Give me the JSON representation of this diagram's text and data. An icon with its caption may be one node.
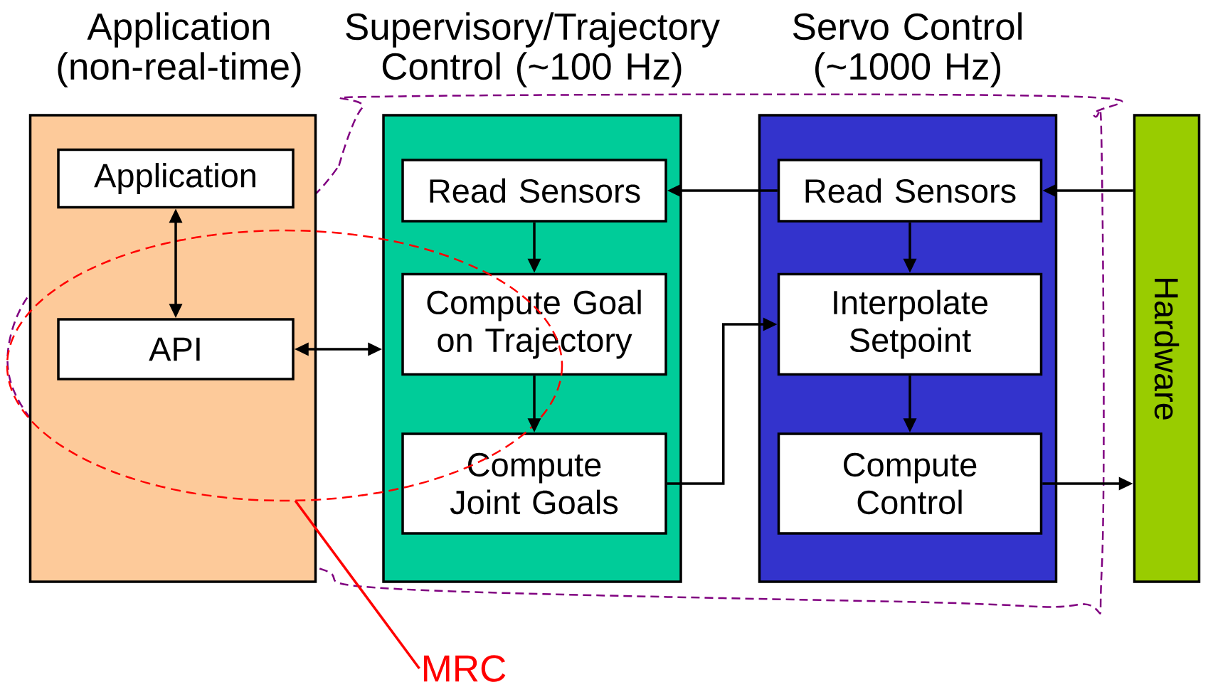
{
  "diagram": {
    "nodes": [
      {
        "text": [
          "Application (non-real-time)"
        ]
      },
      {
        "text": [
          "Application"
        ],
        "in": 0
      },
      {
        "text": [
          "API"
        ],
        "in": 0
      },
      {
        "text": [
          "Supervisory/Trajectory Control (~100 Hz)"
        ]
      },
      {
        "text": [
          "Read Sensors"
        ],
        "in": 3
      },
      {
        "text": [
          "Compute Goal on Trajectory"
        ],
        "in": 3
      },
      {
        "text": [
          "Compute Joint Goals"
        ],
        "in": 3
      },
      {
        "text": [
          "Servo Control (~1000 Hz)"
        ]
      },
      {
        "text": [
          "Read Sensors"
        ],
        "in": 7
      },
      {
        "text": [
          "Interpolate Setpoint"
        ],
        "in": 7
      },
      {
        "text": [
          "Compute Control"
        ],
        "in": 7
      },
      {
        "text": [
          "Hardware"
        ]
      },
      {
        "text": [
          "MRC"
        ]
      }
    ],
    "edges": [
      {
        "from": 1,
        "to": 2,
        "arrow": "both"
      },
      {
        "from": 2,
        "to": 3,
        "arrow": "both"
      },
      {
        "from": 8,
        "to": 4,
        "arrow": "to"
      },
      {
        "from": 4,
        "to": 5,
        "arrow": "to"
      },
      {
        "from": 5,
        "to": 6,
        "arrow": "to"
      },
      {
        "from": 6,
        "to": 9,
        "arrow": "to"
      },
      {
        "from": 8,
        "to": 9,
        "arrow": "to"
      },
      {
        "from": 9,
        "to": 10,
        "arrow": "to"
      },
      {
        "from": 11,
        "to": 8,
        "arrow": "to"
      },
      {
        "from": 10,
        "to": 11,
        "arrow": "to"
      },
      {
        "from": 12,
        "to": null,
        "arrow": "none",
        "color": "#ff0000"
      }
    ]
  }
}
